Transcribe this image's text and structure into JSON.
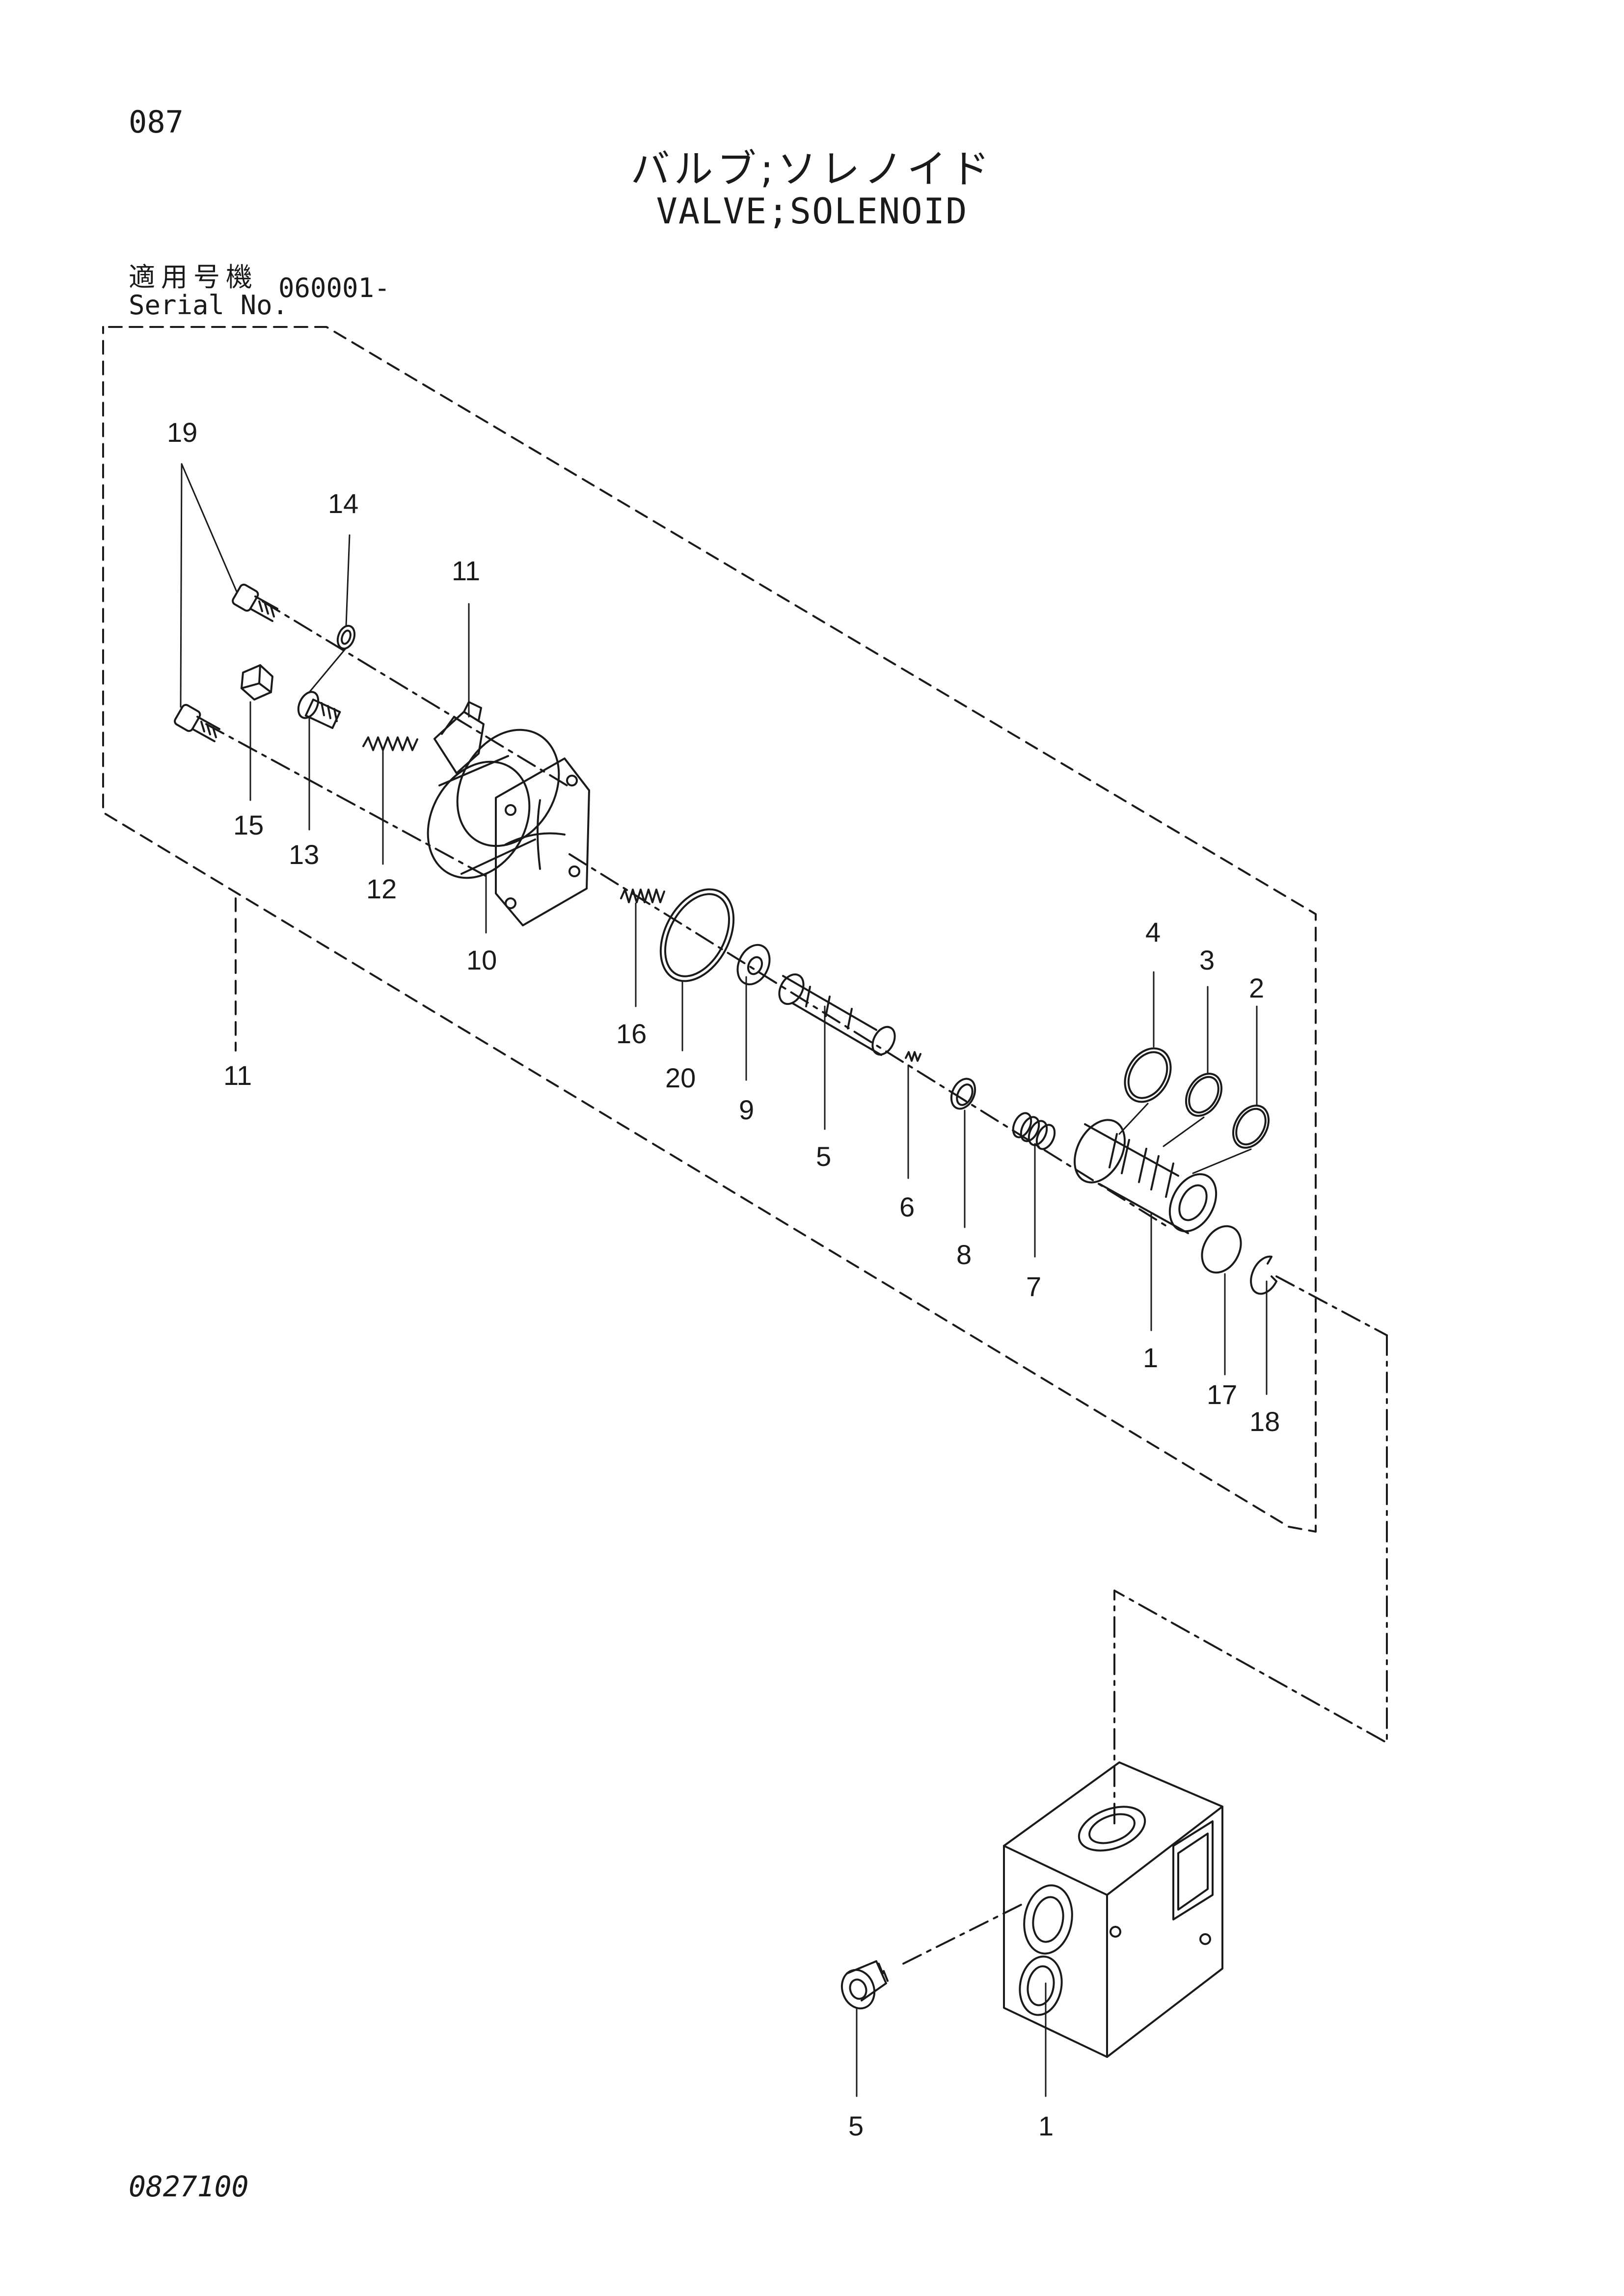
{
  "page": {
    "number": "087",
    "title_ja": "バルブ;ソレノイド",
    "title_en": "VALVE;SOLENOID",
    "serial_label_ja": "適用号機",
    "serial_label_en": "Serial No.",
    "serial_value": "060001-",
    "drawing_code": "0827100"
  },
  "callouts": {
    "c1a": "1",
    "c1b": "1",
    "c2": "2",
    "c3": "3",
    "c4": "4",
    "c5a": "5",
    "c5b": "5",
    "c6": "6",
    "c7": "7",
    "c8": "8",
    "c9": "9",
    "c10": "10",
    "c11a": "11",
    "c11b": "11",
    "c12": "12",
    "c13": "13",
    "c14": "14",
    "c15": "15",
    "c16": "16",
    "c17": "17",
    "c18": "18",
    "c19": "19",
    "c20": "20"
  },
  "colors": {
    "ink": "#1a1a1a",
    "paper": "#ffffff"
  }
}
